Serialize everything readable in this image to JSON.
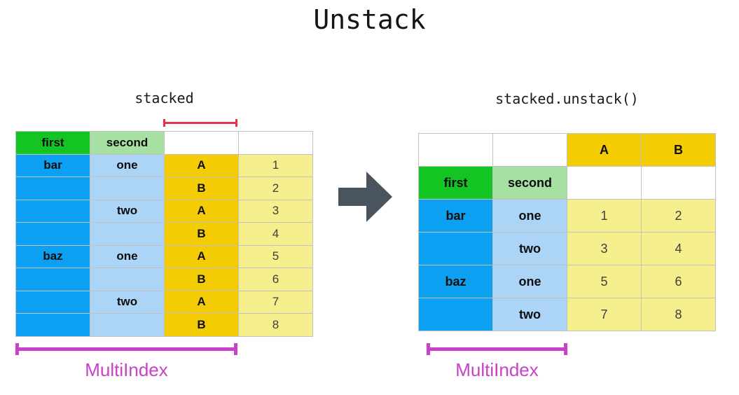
{
  "title": "Unstack",
  "left": {
    "caption": "stacked",
    "bracket_label": "MultiIndex",
    "rows": [
      [
        {
          "t": "first",
          "bg": "green",
          "b": 1
        },
        {
          "t": "second",
          "bg": "lightgreen",
          "b": 1
        },
        {
          "t": "",
          "bg": "white"
        },
        {
          "t": "",
          "bg": "white"
        }
      ],
      [
        {
          "t": "bar",
          "bg": "blue",
          "b": 1
        },
        {
          "t": "one",
          "bg": "lightblue",
          "b": 1
        },
        {
          "t": "A",
          "bg": "gold",
          "b": 1
        },
        {
          "t": "1",
          "bg": "lightyellow"
        }
      ],
      [
        {
          "t": "",
          "bg": "blue"
        },
        {
          "t": "",
          "bg": "lightblue"
        },
        {
          "t": "B",
          "bg": "gold",
          "b": 1
        },
        {
          "t": "2",
          "bg": "lightyellow"
        }
      ],
      [
        {
          "t": "",
          "bg": "blue"
        },
        {
          "t": "two",
          "bg": "lightblue",
          "b": 1
        },
        {
          "t": "A",
          "bg": "gold",
          "b": 1
        },
        {
          "t": "3",
          "bg": "lightyellow"
        }
      ],
      [
        {
          "t": "",
          "bg": "blue"
        },
        {
          "t": "",
          "bg": "lightblue"
        },
        {
          "t": "B",
          "bg": "gold",
          "b": 1
        },
        {
          "t": "4",
          "bg": "lightyellow"
        }
      ],
      [
        {
          "t": "baz",
          "bg": "blue",
          "b": 1
        },
        {
          "t": "one",
          "bg": "lightblue",
          "b": 1
        },
        {
          "t": "A",
          "bg": "gold",
          "b": 1
        },
        {
          "t": "5",
          "bg": "lightyellow"
        }
      ],
      [
        {
          "t": "",
          "bg": "blue"
        },
        {
          "t": "",
          "bg": "lightblue"
        },
        {
          "t": "B",
          "bg": "gold",
          "b": 1
        },
        {
          "t": "6",
          "bg": "lightyellow"
        }
      ],
      [
        {
          "t": "",
          "bg": "blue"
        },
        {
          "t": "two",
          "bg": "lightblue",
          "b": 1
        },
        {
          "t": "A",
          "bg": "gold",
          "b": 1
        },
        {
          "t": "7",
          "bg": "lightyellow"
        }
      ],
      [
        {
          "t": "",
          "bg": "blue"
        },
        {
          "t": "",
          "bg": "lightblue"
        },
        {
          "t": "B",
          "bg": "gold",
          "b": 1
        },
        {
          "t": "8",
          "bg": "lightyellow"
        }
      ]
    ]
  },
  "right": {
    "caption": "stacked.unstack()",
    "bracket_label": "MultiIndex",
    "rows": [
      [
        {
          "t": "",
          "bg": "white"
        },
        {
          "t": "",
          "bg": "white"
        },
        {
          "t": "A",
          "bg": "gold",
          "b": 1
        },
        {
          "t": "B",
          "bg": "gold",
          "b": 1
        }
      ],
      [
        {
          "t": "first",
          "bg": "green",
          "b": 1
        },
        {
          "t": "second",
          "bg": "lightgreen",
          "b": 1
        },
        {
          "t": "",
          "bg": "white"
        },
        {
          "t": "",
          "bg": "white"
        }
      ],
      [
        {
          "t": "bar",
          "bg": "blue",
          "b": 1
        },
        {
          "t": "one",
          "bg": "lightblue",
          "b": 1
        },
        {
          "t": "1",
          "bg": "lightyellow"
        },
        {
          "t": "2",
          "bg": "lightyellow"
        }
      ],
      [
        {
          "t": "",
          "bg": "blue"
        },
        {
          "t": "two",
          "bg": "lightblue",
          "b": 1
        },
        {
          "t": "3",
          "bg": "lightyellow"
        },
        {
          "t": "4",
          "bg": "lightyellow"
        }
      ],
      [
        {
          "t": "baz",
          "bg": "blue",
          "b": 1
        },
        {
          "t": "one",
          "bg": "lightblue",
          "b": 1
        },
        {
          "t": "5",
          "bg": "lightyellow"
        },
        {
          "t": "6",
          "bg": "lightyellow"
        }
      ],
      [
        {
          "t": "",
          "bg": "blue"
        },
        {
          "t": "two",
          "bg": "lightblue",
          "b": 1
        },
        {
          "t": "7",
          "bg": "lightyellow"
        },
        {
          "t": "8",
          "bg": "lightyellow"
        }
      ]
    ]
  },
  "icons": {
    "arrow": "right-block-arrow"
  },
  "colors": {
    "green": "#14c423",
    "lightgreen": "#a7e0a3",
    "blue": "#0da0f2",
    "lightblue": "#abd4f6",
    "gold": "#f3cc04",
    "lightyellow": "#f6ef8e",
    "white": "#ffffff",
    "grid": "#c2c2c2",
    "magenta": "#c841c8",
    "red": "#e8304a",
    "arrow": "#49545e"
  }
}
